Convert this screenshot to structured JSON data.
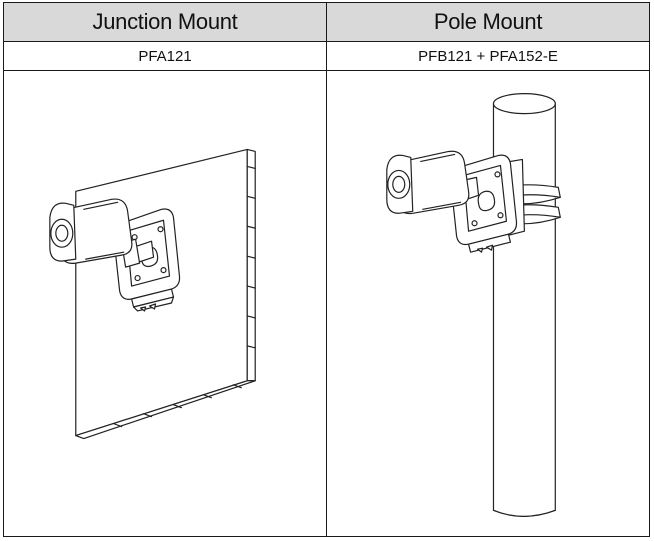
{
  "columns": [
    {
      "heading": "Junction Mount",
      "model": "PFA121",
      "illustration": "camera-on-wall-junction-box"
    },
    {
      "heading": "Pole Mount",
      "model": "PFB121 + PFA152-E",
      "illustration": "camera-on-pole-junction-box"
    }
  ],
  "colors": {
    "header_bg": "#d9d9d9",
    "border": "#1a1a1a",
    "line_art": "#222222"
  }
}
